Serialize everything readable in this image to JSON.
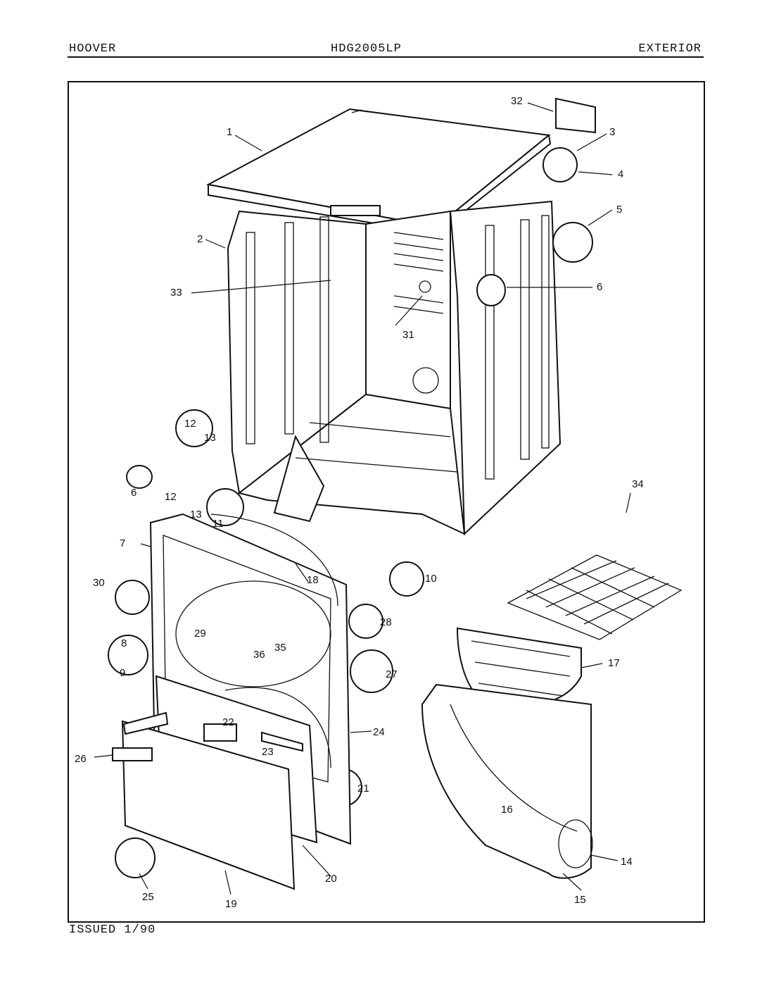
{
  "header": {
    "brand": "HOOVER",
    "model": "HDG2005LP",
    "section": "EXTERIOR"
  },
  "footer": {
    "issued": "ISSUED 1/90"
  },
  "callouts": {
    "c1": "1",
    "c2": "2",
    "c3": "3",
    "c4": "4",
    "c5": "5",
    "c6a": "6",
    "c6b": "6",
    "c7": "7",
    "c8": "8",
    "c9": "9",
    "c10": "10",
    "c11": "11",
    "c12a": "12",
    "c12b": "12",
    "c13a": "13",
    "c13b": "13",
    "c14": "14",
    "c15": "15",
    "c16": "16",
    "c17": "17",
    "c18": "18",
    "c19": "19",
    "c20": "20",
    "c21": "21",
    "c22": "22",
    "c23": "23",
    "c24": "24",
    "c25": "25",
    "c26": "26",
    "c27": "27",
    "c28": "28",
    "c29": "29",
    "c30": "30",
    "c31": "31",
    "c32": "32",
    "c33": "33",
    "c34": "34",
    "c35": "35",
    "c36": "36"
  }
}
